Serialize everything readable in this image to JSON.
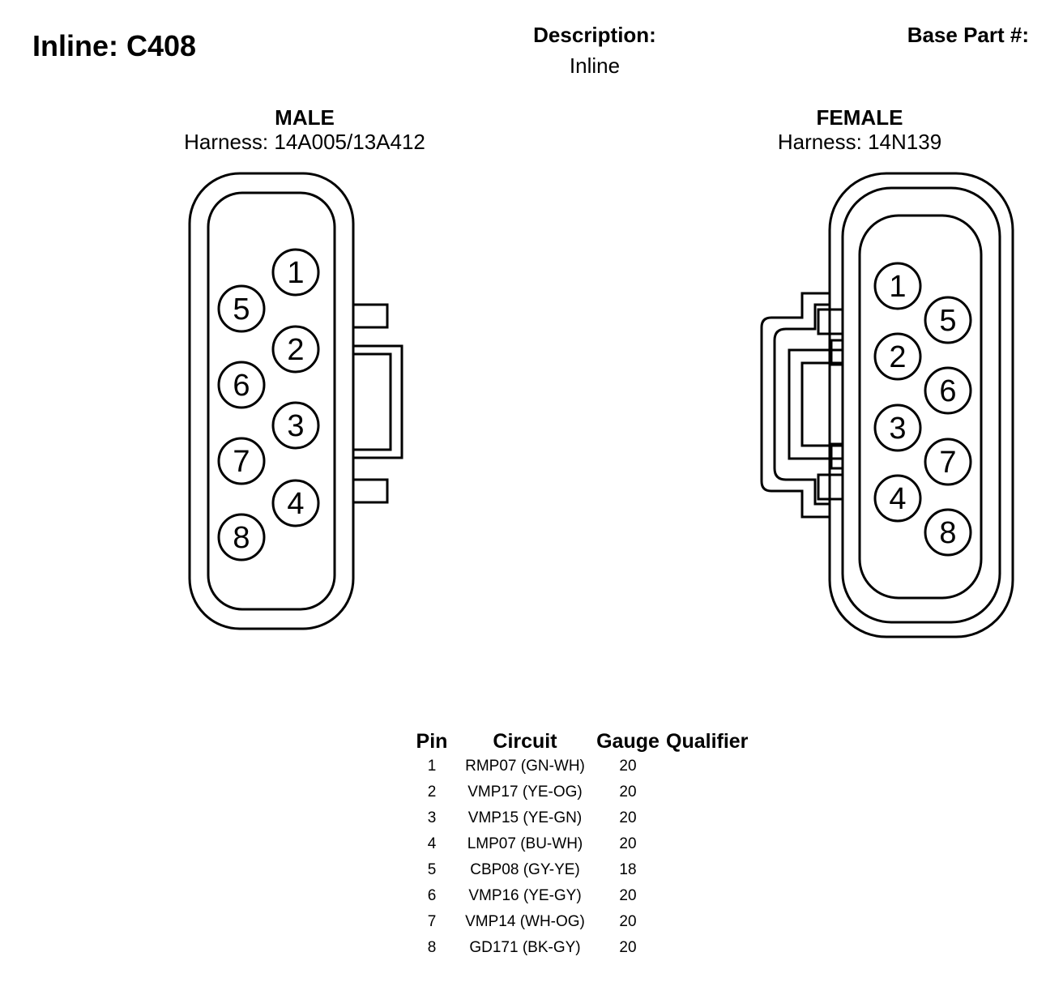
{
  "header": {
    "title": "Inline: C408",
    "description_label": "Description:",
    "description_value": "Inline",
    "base_part_label": "Base Part #:",
    "base_part_value": ""
  },
  "male": {
    "label": "MALE",
    "harness": "Harness: 14A005/13A412"
  },
  "female": {
    "label": "FEMALE",
    "harness": "Harness: 14N139"
  },
  "table": {
    "headers": [
      "Pin",
      "Circuit",
      "Gauge",
      "Qualifier"
    ],
    "rows": [
      {
        "pin": "1",
        "circuit": "RMP07 (GN-WH)",
        "gauge": "20",
        "qualifier": ""
      },
      {
        "pin": "2",
        "circuit": "VMP17 (YE-OG)",
        "gauge": "20",
        "qualifier": ""
      },
      {
        "pin": "3",
        "circuit": "VMP15 (YE-GN)",
        "gauge": "20",
        "qualifier": ""
      },
      {
        "pin": "4",
        "circuit": "LMP07 (BU-WH)",
        "gauge": "20",
        "qualifier": ""
      },
      {
        "pin": "5",
        "circuit": "CBP08 (GY-YE)",
        "gauge": "18",
        "qualifier": ""
      },
      {
        "pin": "6",
        "circuit": "VMP16 (YE-GY)",
        "gauge": "20",
        "qualifier": ""
      },
      {
        "pin": "7",
        "circuit": "VMP14 (WH-OG)",
        "gauge": "20",
        "qualifier": ""
      },
      {
        "pin": "8",
        "circuit": "GD171 (BK-GY)",
        "gauge": "20",
        "qualifier": ""
      }
    ]
  },
  "pins": [
    "1",
    "2",
    "3",
    "4",
    "5",
    "6",
    "7",
    "8"
  ]
}
